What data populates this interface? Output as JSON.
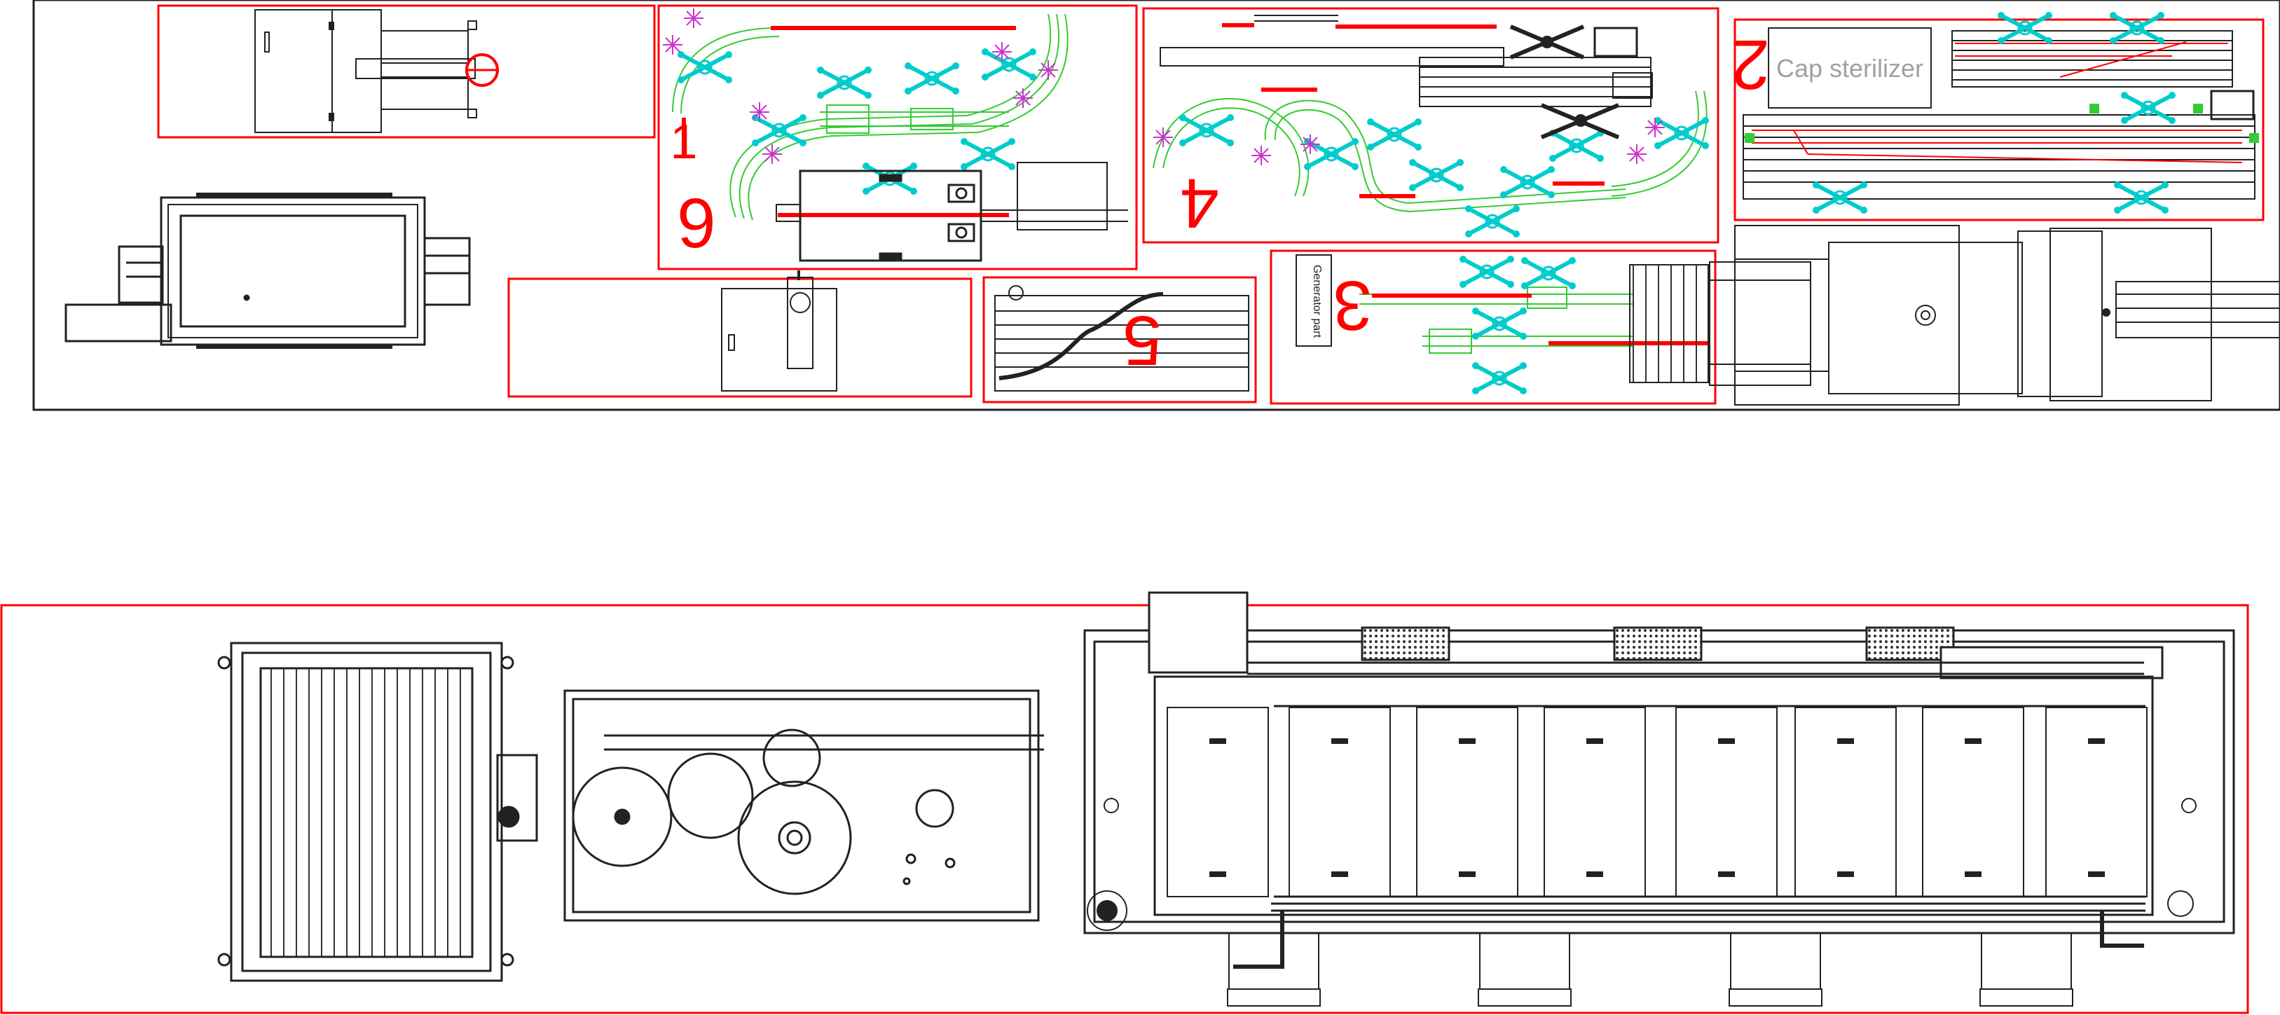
{
  "zones": [
    {
      "id": "zone-1",
      "number": "1"
    },
    {
      "id": "zone-2",
      "number": "2"
    },
    {
      "id": "zone-3",
      "number": "3"
    },
    {
      "id": "zone-4",
      "number": "4"
    },
    {
      "id": "zone-5",
      "number": "5"
    },
    {
      "id": "zone-6",
      "number": "6"
    }
  ],
  "labels": {
    "cap_sterilizer": "Cap sterilizer",
    "generator_part": "Generator part"
  },
  "colors": {
    "frame": "#ff0000",
    "line": "#222222",
    "conveyor": "#33cc33",
    "gripper": "#00cccc",
    "star": "#cc33cc"
  }
}
